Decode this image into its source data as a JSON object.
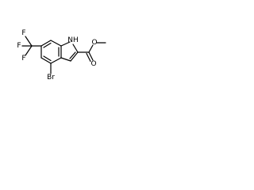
{
  "molecule": {
    "atoms": {
      "f1": "F",
      "f2": "F",
      "f3": "F",
      "nh": "NH",
      "br": "Br",
      "o_carbonyl": "O",
      "o_ester": "O"
    }
  }
}
